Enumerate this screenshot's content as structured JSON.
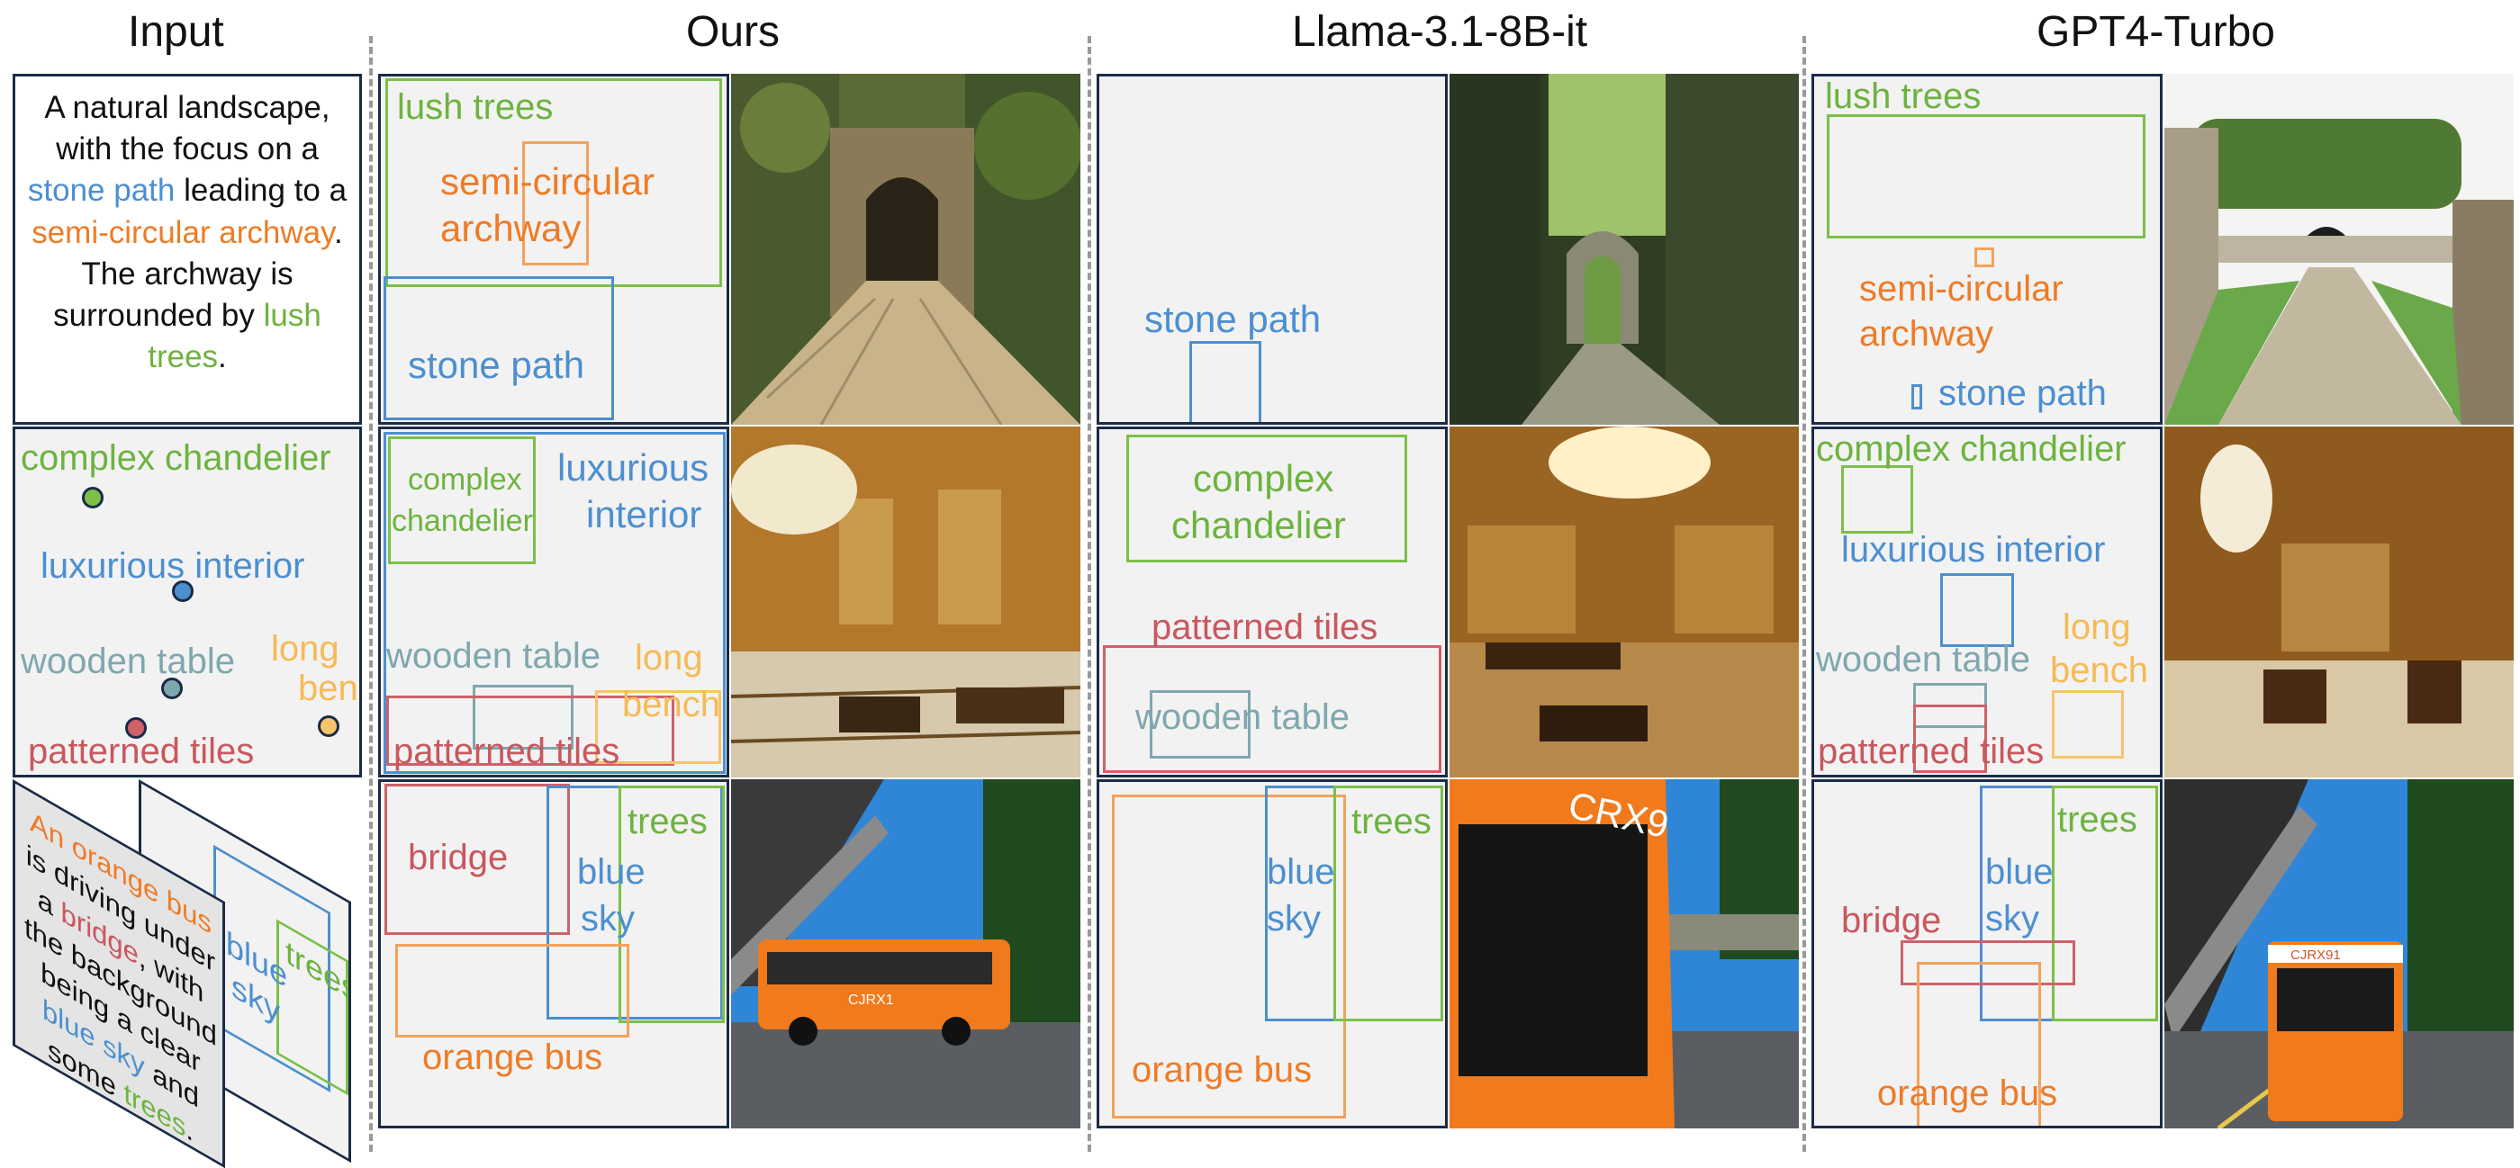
{
  "headers": {
    "input": "Input",
    "ours": "Ours",
    "llama": "Llama-3.1-8B-it",
    "gpt": "GPT4-Turbo"
  },
  "row1": {
    "caption": {
      "t1": "A natural landscape, with the focus on a",
      "stone_path": "stone path",
      "t2": "leading to a",
      "archway": "semi-circular archway",
      "t3": ". The archway is surrounded by",
      "trees": "lush trees",
      "t4": "."
    },
    "ours": {
      "lush_trees": "lush trees",
      "semi1": "semi-circular",
      "semi2": "archway",
      "stone_path": "stone path"
    },
    "llama": {
      "stone_path": "stone path"
    },
    "gpt": {
      "lush_trees": "lush trees",
      "semi1": "semi-circular",
      "semi2": "archway",
      "stone_path": "stone path"
    }
  },
  "row2": {
    "input": {
      "chandelier": "complex chandelier",
      "interior": "luxurious interior",
      "table": "wooden table",
      "bench1": "long",
      "bench2": "bench",
      "tiles": "patterned tiles"
    },
    "ours": {
      "chand1": "complex",
      "chand2": "chandelier",
      "int1": "luxurious",
      "int2": "interior",
      "table": "wooden table",
      "bench1": "long",
      "bench2": "bench",
      "tiles": "patterned tiles"
    },
    "llama": {
      "chand1": "complex",
      "chand2": "chandelier",
      "tiles": "patterned tiles",
      "table": "wooden table"
    },
    "gpt": {
      "chandelier": "complex chandelier",
      "interior": "luxurious interior",
      "table": "wooden table",
      "bench1": "long",
      "bench2": "bench",
      "tiles": "patterned tiles"
    }
  },
  "row3": {
    "caption": {
      "bus": "An orange bus",
      "t1": "is driving under",
      "a": "a",
      "bridge": "bridge",
      "t2": ", with",
      "t3": "the background",
      "t4": "being a clear",
      "sky": "blue sky",
      "and": "and",
      "t5": "some",
      "trees": "trees",
      "t6": "."
    },
    "input_back": {
      "trees": "trees",
      "blue": "blue",
      "sky": "sky"
    },
    "ours": {
      "bridge": "bridge",
      "trees": "trees",
      "blue": "blue",
      "sky": "sky",
      "bus": "orange bus"
    },
    "llama": {
      "trees": "trees",
      "blue": "blue",
      "sky": "sky",
      "bus": "orange bus"
    },
    "gpt": {
      "trees": "trees",
      "blue": "blue",
      "sky": "sky",
      "bridge": "bridge",
      "bus": "orange bus"
    }
  },
  "photo_text": {
    "bus_ours": "CJRX1",
    "bus_llama": "CRX9",
    "bus_gpt": "CJRX91"
  },
  "colors": {
    "green": "#7cc048",
    "blue": "#4c8fd0",
    "orange": "#ef7b26",
    "teal": "#7fa7ae",
    "red": "#cf6168",
    "yellow": "#f8c46a",
    "panel_border": "#1b2b47"
  }
}
